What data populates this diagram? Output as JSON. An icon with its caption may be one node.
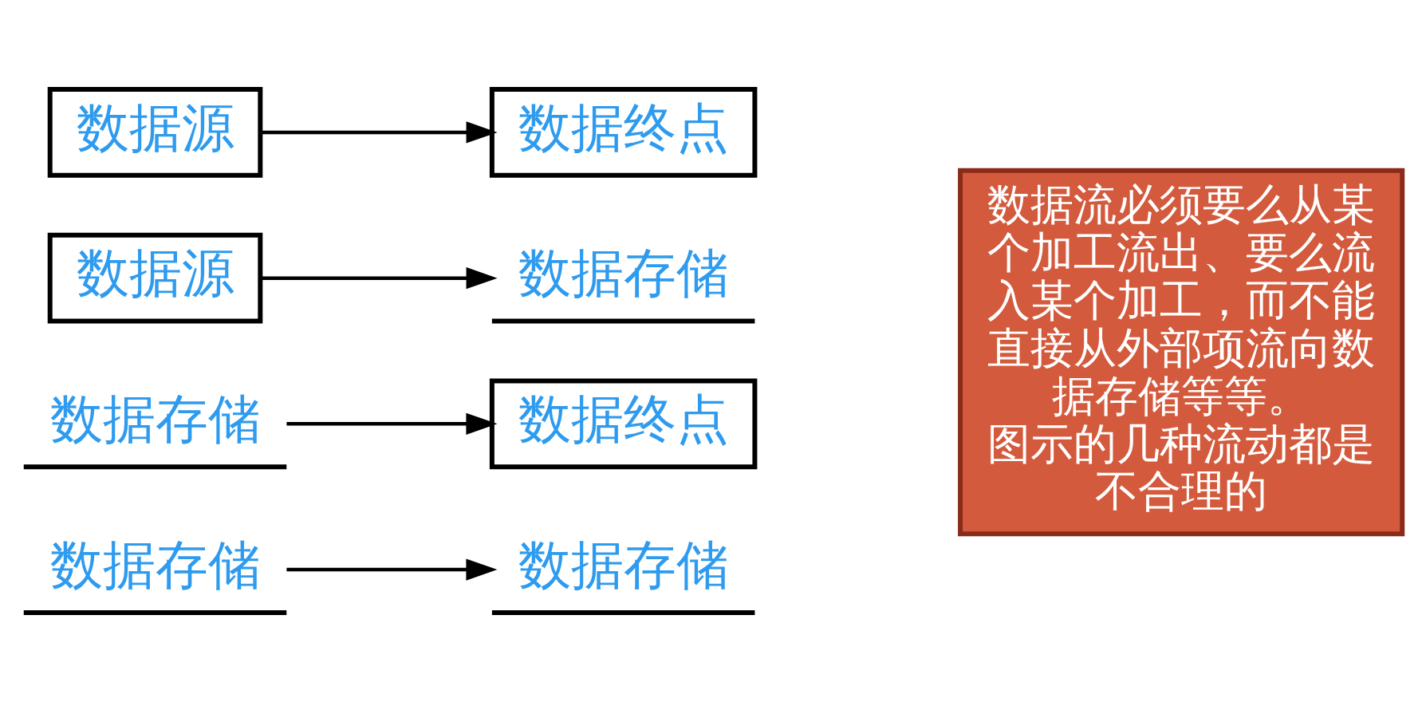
{
  "diagram": {
    "nodes": [
      {
        "text": [
          "数据源"
        ]
      },
      {
        "text": [
          "数据终点"
        ]
      },
      {
        "text": [
          "数据源"
        ]
      },
      {
        "text": [
          "数据存储"
        ]
      },
      {
        "text": [
          "数据存储"
        ]
      },
      {
        "text": [
          "数据终点"
        ]
      },
      {
        "text": [
          "数据存储"
        ]
      },
      {
        "text": [
          "数据存储"
        ]
      },
      {
        "text": [
          "数据流必须要么从某个加工流出、要么流入某个加工，而不能直接从外部项流向数据存储等等。",
          "图示的几种流动都是不合理的"
        ]
      }
    ],
    "edges": [
      {
        "from": 0,
        "to": 1,
        "arrow": "to"
      },
      {
        "from": 2,
        "to": 3,
        "arrow": "to"
      },
      {
        "from": 4,
        "to": 5,
        "arrow": "to"
      },
      {
        "from": 6,
        "to": 7,
        "arrow": "to"
      }
    ]
  }
}
